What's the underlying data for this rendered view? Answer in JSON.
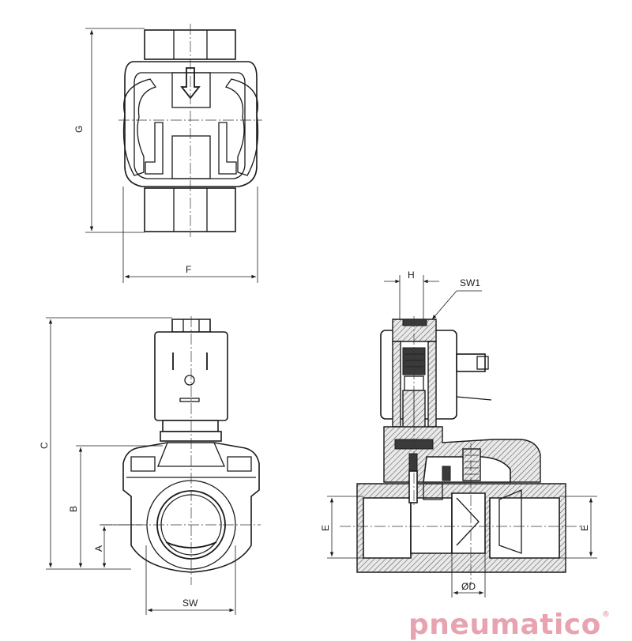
{
  "dimensions": {
    "A": "A",
    "B": "B",
    "C": "C",
    "E_left": "E",
    "E_right": "E",
    "F": "F",
    "G": "G",
    "H": "H",
    "SW": "SW",
    "SW1": "SW1",
    "D": "ØD"
  },
  "brand": {
    "name": "pneumatico",
    "mark": "®",
    "color": "#e7a4b0"
  },
  "colors": {
    "line": "#1a1a1a",
    "hatch": "#555555",
    "background": "#ffffff"
  }
}
